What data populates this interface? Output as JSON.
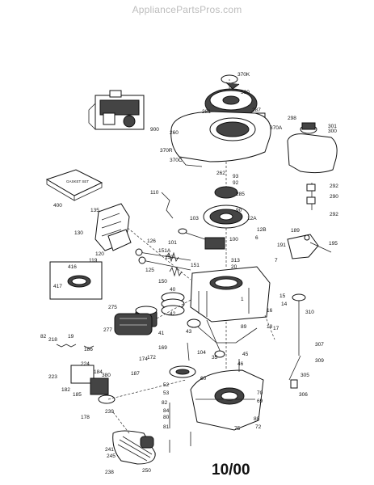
{
  "watermark": "AppliancePartsPros.com",
  "date_code": "10/00",
  "kit_label": "GASKET SET",
  "labels": [
    "370K",
    "390",
    "281",
    "287",
    "370A",
    "260",
    "900",
    "298",
    "301",
    "300",
    "370R",
    "370C",
    "262",
    "93",
    "92",
    "285",
    "292",
    "290",
    "292",
    "110",
    "400",
    "103",
    "90",
    "12A",
    "12B",
    "6",
    "189",
    "191",
    "195",
    "135",
    "130",
    "101",
    "100",
    "313",
    "20",
    "120",
    "119",
    "126",
    "151A",
    "150",
    "151",
    "7",
    "1",
    "416",
    "417",
    "125",
    "150",
    "40",
    "15",
    "14",
    "310",
    "275",
    "42",
    "16",
    "18",
    "17",
    "277",
    "41",
    "43",
    "89",
    "82",
    "218",
    "19",
    "186",
    "104",
    "35",
    "45",
    "46",
    "307",
    "309",
    "169",
    "174",
    "172",
    "224",
    "223",
    "182",
    "185",
    "184",
    "380",
    "187",
    "52",
    "53",
    "82",
    "84",
    "60",
    "305",
    "306",
    "178",
    "239",
    "70",
    "80",
    "81",
    "75",
    "72",
    "69",
    "88",
    "241",
    "245",
    "250",
    "238"
  ]
}
